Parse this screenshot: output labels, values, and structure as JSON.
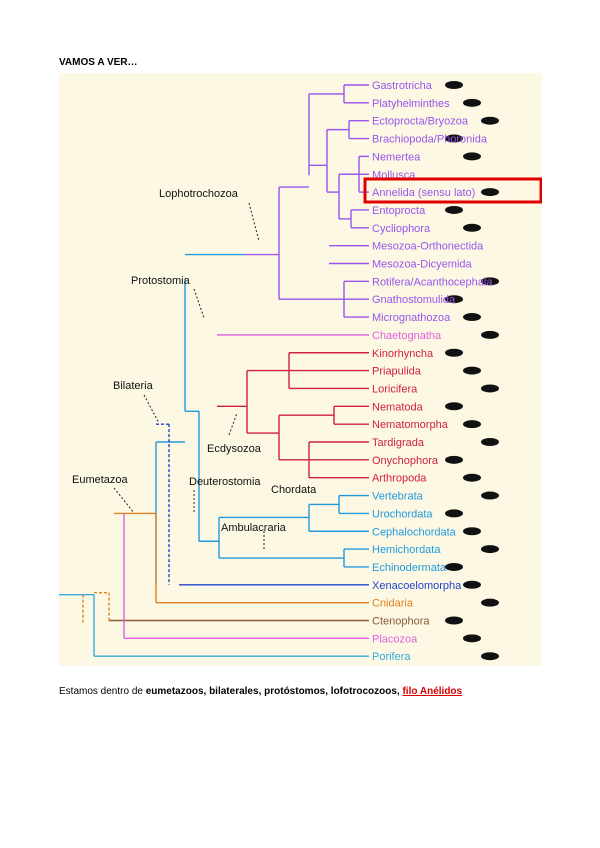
{
  "heading": "VAMOS A VER…",
  "colors": {
    "lophotrochozoa": "#9955ee",
    "chaetognatha": "#e060e0",
    "ecdysozoa": "#d02040",
    "deuterostome": "#2299dd",
    "xenacoelomorpha": "#2244cc",
    "cnidaria": "#e08020",
    "ctenophora": "#8a5a3a",
    "placozoa": "#e060e0",
    "porifera": "#33aadd",
    "highlight": "#e00000"
  },
  "taxa": [
    {
      "name": "Gastrotricha",
      "group": "lophotrochozoa"
    },
    {
      "name": "Platyhelminthes",
      "group": "lophotrochozoa"
    },
    {
      "name": "Ectoprocta/Bryozoa",
      "group": "lophotrochozoa"
    },
    {
      "name": "Brachiopoda/Phoronida",
      "group": "lophotrochozoa"
    },
    {
      "name": "Nemertea",
      "group": "lophotrochozoa"
    },
    {
      "name": "Mollusca",
      "group": "lophotrochozoa"
    },
    {
      "name": "Annelida (sensu lato)",
      "group": "lophotrochozoa"
    },
    {
      "name": "Entoprocta",
      "group": "lophotrochozoa"
    },
    {
      "name": "Cycliophora",
      "group": "lophotrochozoa"
    },
    {
      "name": "Mesozoa-Orthonectida",
      "group": "lophotrochozoa"
    },
    {
      "name": "Mesozoa-Dicyemida",
      "group": "lophotrochozoa"
    },
    {
      "name": "Rotifera/Acanthocephala",
      "group": "lophotrochozoa"
    },
    {
      "name": "Gnathostomulida",
      "group": "lophotrochozoa"
    },
    {
      "name": "Micrognathozoa",
      "group": "lophotrochozoa"
    },
    {
      "name": "Chaetognatha",
      "group": "chaetognatha"
    },
    {
      "name": "Kinorhyncha",
      "group": "ecdysozoa"
    },
    {
      "name": "Priapulida",
      "group": "ecdysozoa"
    },
    {
      "name": "Loricifera",
      "group": "ecdysozoa"
    },
    {
      "name": "Nematoda",
      "group": "ecdysozoa"
    },
    {
      "name": "Nematomorpha",
      "group": "ecdysozoa"
    },
    {
      "name": "Tardigrada",
      "group": "ecdysozoa"
    },
    {
      "name": "Onychophora",
      "group": "ecdysozoa"
    },
    {
      "name": "Arthropoda",
      "group": "ecdysozoa"
    },
    {
      "name": "Vertebrata",
      "group": "deuterostome"
    },
    {
      "name": "Urochordata",
      "group": "deuterostome"
    },
    {
      "name": "Cephalochordata",
      "group": "deuterostome"
    },
    {
      "name": "Hemichordata",
      "group": "deuterostome"
    },
    {
      "name": "Echinodermata",
      "group": "deuterostome"
    },
    {
      "name": "Xenacoelomorpha",
      "group": "xenacoelomorpha"
    },
    {
      "name": "Cnidaria",
      "group": "cnidaria"
    },
    {
      "name": "Ctenophora",
      "group": "ctenophora"
    },
    {
      "name": "Placozoa",
      "group": "placozoa"
    },
    {
      "name": "Porifera",
      "group": "porifera"
    }
  ],
  "highlighted_taxon": "Annelida (sensu lato)",
  "clades": {
    "lophotrochozoa": "Lophotrochozoa",
    "protostomia": "Protostomia",
    "bilateria": "Bilateria",
    "ecdysozoa": "Ecdysozoa",
    "eumetazoa": "Eumetazoa",
    "deuterostomia": "Deuterostomia",
    "chordata": "Chordata",
    "ambulacraria": "Ambulacraria"
  },
  "caption": {
    "prefix": "Estamos dentro de ",
    "eumetazoos": "eumetazoos",
    "sep1": ", ",
    "bilaterales": "bilaterales",
    "sep2": ", ",
    "protostomos": "protóstomos",
    "sep3": ", ",
    "lofotrocozoos": "lofotrocozoos",
    "sep4": ", ",
    "filo": "filo Anélidos"
  }
}
